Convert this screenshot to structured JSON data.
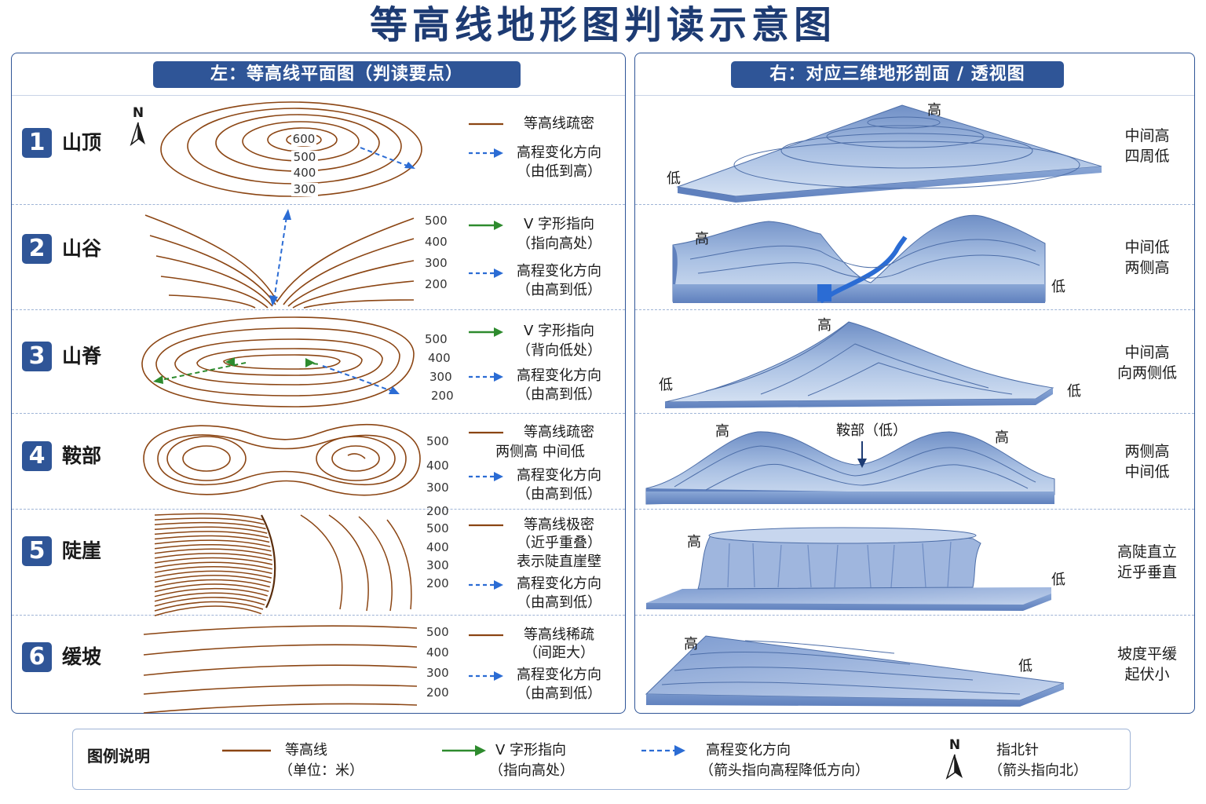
{
  "title": "等高线地形图判读示意图",
  "left_panel": {
    "header": "左：等高线平面图（判读要点）",
    "north_label": "N",
    "rows": [
      {
        "number": "1",
        "name": "山顶",
        "contour_labels": [
          "600",
          "500",
          "400",
          "300"
        ],
        "legend_a": [
          "等高线疏密"
        ],
        "legend_b": [
          "高程变化方向",
          "（由低到高）"
        ]
      },
      {
        "number": "2",
        "name": "山谷",
        "contour_labels": [
          "500",
          "400",
          "300",
          "200"
        ],
        "legend_a": [
          "V 字形指向",
          "（指向高处）"
        ],
        "legend_b": [
          "高程变化方向",
          "（由高到低）"
        ]
      },
      {
        "number": "3",
        "name": "山脊",
        "contour_labels": [
          "500",
          "400",
          "300",
          "200"
        ],
        "legend_a": [
          "V 字形指向",
          "（背向低处）"
        ],
        "legend_b": [
          "高程变化方向",
          "（由高到低）"
        ]
      },
      {
        "number": "4",
        "name": "鞍部",
        "contour_labels": [
          "500",
          "400",
          "300",
          "200"
        ],
        "legend_a": [
          "等高线疏密",
          "两侧高  中间低"
        ],
        "legend_b": [
          "高程变化方向",
          "（由高到低）"
        ]
      },
      {
        "number": "5",
        "name": "陡崖",
        "contour_labels": [
          "500",
          "400",
          "300",
          "200"
        ],
        "legend_a": [
          "等高线极密",
          "（近乎重叠）",
          "表示陡直崖壁"
        ],
        "legend_b": [
          "高程变化方向",
          "（由高到低）"
        ]
      },
      {
        "number": "6",
        "name": "缓坡",
        "contour_labels": [
          "500",
          "400",
          "300",
          "200"
        ],
        "legend_a": [
          "等高线稀疏",
          "（间距大）"
        ],
        "legend_b": [
          "高程变化方向",
          "（由高到低）"
        ]
      }
    ]
  },
  "right_panel": {
    "header": "右：对应三维地形剖面 / 透视图",
    "rows": [
      {
        "labels": [
          "高",
          "低"
        ],
        "desc": [
          "中间高",
          "四周低"
        ]
      },
      {
        "labels": [
          "高",
          "低"
        ],
        "desc": [
          "中间低",
          "两侧高"
        ]
      },
      {
        "labels": [
          "高",
          "低",
          "低"
        ],
        "desc": [
          "中间高",
          "向两侧低"
        ]
      },
      {
        "labels": [
          "高",
          "鞍部（低）",
          "高"
        ],
        "desc": [
          "两侧高",
          "中间低"
        ]
      },
      {
        "labels": [
          "高",
          "低"
        ],
        "desc": [
          "高陡直立",
          "近乎垂直"
        ]
      },
      {
        "labels": [
          "高",
          "低"
        ],
        "desc": [
          "坡度平缓",
          "起伏小"
        ]
      }
    ]
  },
  "legend": {
    "title": "图例说明",
    "contour": [
      "等高线",
      "（单位：米）"
    ],
    "v_shape": [
      "V 字形指向",
      "（指向高处）"
    ],
    "elevation": [
      "高程变化方向",
      "（箭头指向高程降低方向）"
    ],
    "north_letter": "N",
    "north": [
      "指北针",
      "（箭头指向北）"
    ]
  },
  "colors": {
    "contour": "#8b4513",
    "v_arrow": "#2e8b2e",
    "elev_arrow": "#2b6cd4",
    "panel_blue": "#2f5597",
    "terrain_top": "#c9d8ee",
    "terrain_side": "#7f9ccf"
  }
}
